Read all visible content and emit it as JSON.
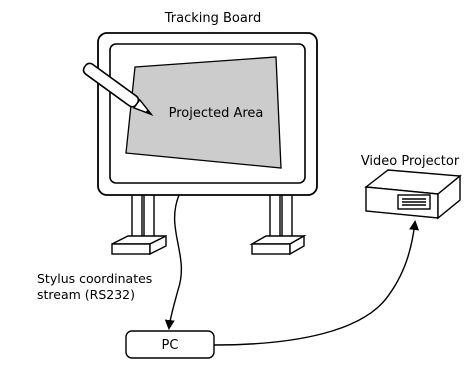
{
  "diagram": {
    "title": "Tracking Board",
    "projected_area_label": "Projected Area",
    "projector_label": "Video Projector",
    "stylus_stream_line1": "Stylus coordinates",
    "stylus_stream_line2": "stream (RS232)",
    "pc_label": "PC"
  },
  "colors": {
    "stroke": "#000000",
    "projected_area_fill": "#cccccc",
    "background": "#ffffff"
  }
}
